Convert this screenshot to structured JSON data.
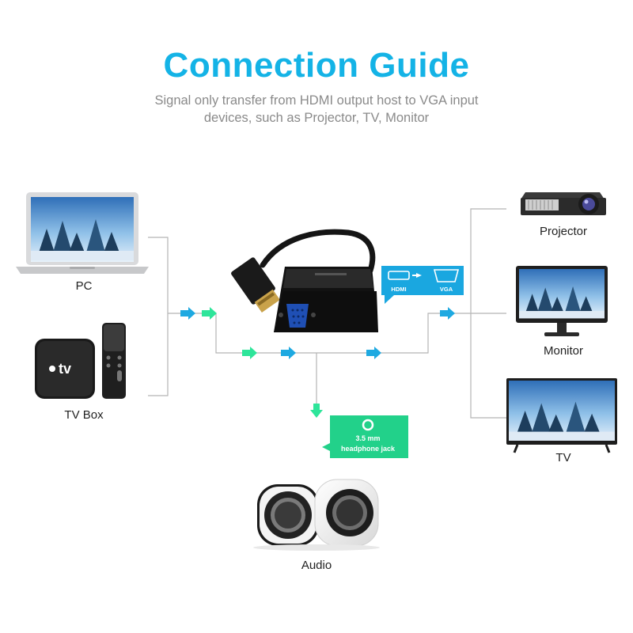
{
  "header": {
    "title": "Connection Guide",
    "subtitle_line1": "Signal only transfer from HDMI output host to VGA input",
    "subtitle_line2": "devices, such as Projector, TV, Monitor"
  },
  "sources": {
    "pc_label": "PC",
    "tvbox_label": "TV Box",
    "tvbox_brand": "tv"
  },
  "outputs": {
    "projector_label": "Projector",
    "monitor_label": "Monitor",
    "tv_label": "TV"
  },
  "adapter": {
    "hdmi_label": "HDMI",
    "vga_label": "VGA"
  },
  "audio": {
    "jack_line1": "3.5 mm",
    "jack_line2": "headphone jack",
    "label": "Audio"
  },
  "colors": {
    "title": "#14b3e6",
    "arrow_blue": "#1ea9e1",
    "arrow_green": "#2ee59a",
    "badge_blue": "#1aa7e0",
    "badge_green": "#22d18a",
    "line": "#b5b5b5"
  }
}
